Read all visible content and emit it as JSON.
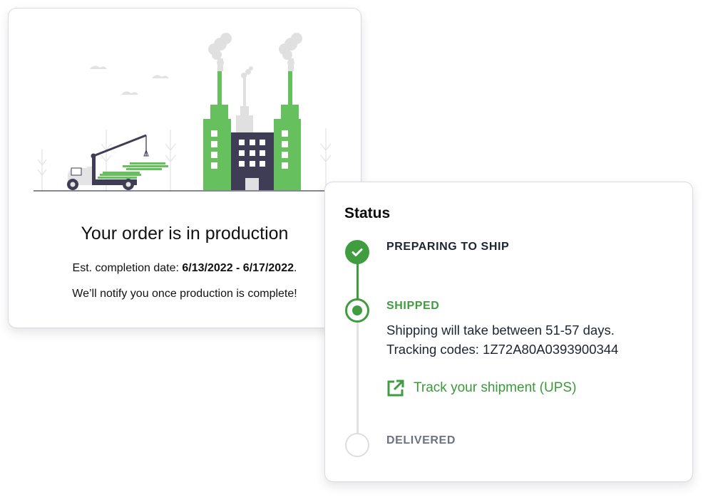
{
  "production_card": {
    "title": "Your order is in production",
    "completion_label": "Est. completion date: ",
    "completion_dates": "6/13/2022 - 6/17/2022",
    "completion_suffix": ".",
    "notify_message": "We’ll notify you once production is complete!",
    "illustration": "factory-and-truck-illustration"
  },
  "status_card": {
    "title": "Status",
    "steps": [
      {
        "label": "PREPARING TO SHIP",
        "state": "complete",
        "icon": "check-circle-icon"
      },
      {
        "label": "SHIPPED",
        "state": "current",
        "icon": "radio-current-icon",
        "details": [
          "Shipping will take between 51-57 days.",
          "Tracking codes: 1Z72A80A0393900344"
        ],
        "link": {
          "label": "Track your shipment (UPS)",
          "icon": "external-link-icon"
        }
      },
      {
        "label": "DELIVERED",
        "state": "pending",
        "icon": "empty-circle-icon"
      }
    ]
  },
  "colors": {
    "accent_green": "#3f9c3f",
    "illustration_green": "#66c05e",
    "dark_navy": "#3f3d56",
    "pending_gray": "#6b7280",
    "smoke_gray": "#e0e0e0"
  }
}
